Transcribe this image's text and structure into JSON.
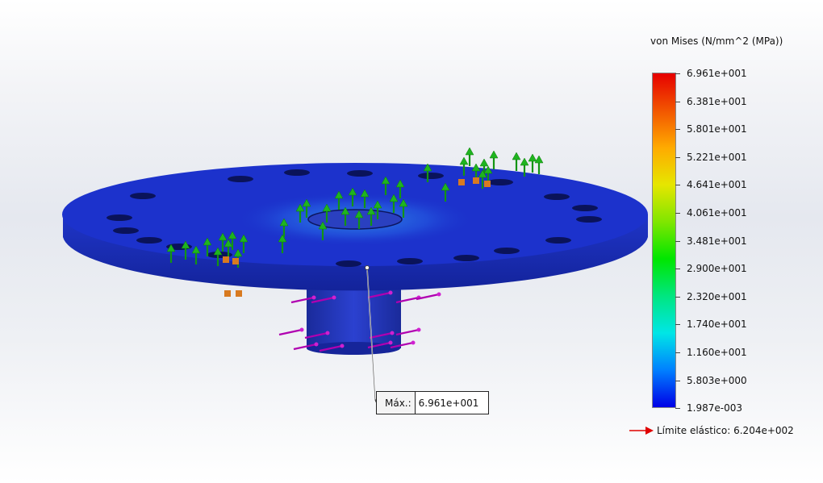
{
  "legend": {
    "title": "von Mises (N/mm^2 (MPa))",
    "ticks": [
      "6.961e+001",
      "6.381e+001",
      "5.801e+001",
      "5.221e+001",
      "4.641e+001",
      "4.061e+001",
      "3.481e+001",
      "2.900e+001",
      "2.320e+001",
      "1.740e+001",
      "1.160e+001",
      "5.803e+000",
      "1.987e-003"
    ],
    "gradient_colors": [
      "#e60000",
      "#f25500",
      "#ffaa00",
      "#e6e600",
      "#80e600",
      "#00e600",
      "#00e680",
      "#00e6e6",
      "#0080ff",
      "#0000e6"
    ]
  },
  "probe": {
    "label": "Máx.:",
    "value": "6.961e+001"
  },
  "yield": {
    "label": "Límite elástico: 6.204e+002",
    "arrow_color": "#e00000"
  },
  "model": {
    "plate_color": "#1a2fc8",
    "edge_color": "#1528a8",
    "load_arrow_color": "#1fa61f",
    "fixture_color": "#b000b0",
    "support_color": "#d87a20"
  }
}
